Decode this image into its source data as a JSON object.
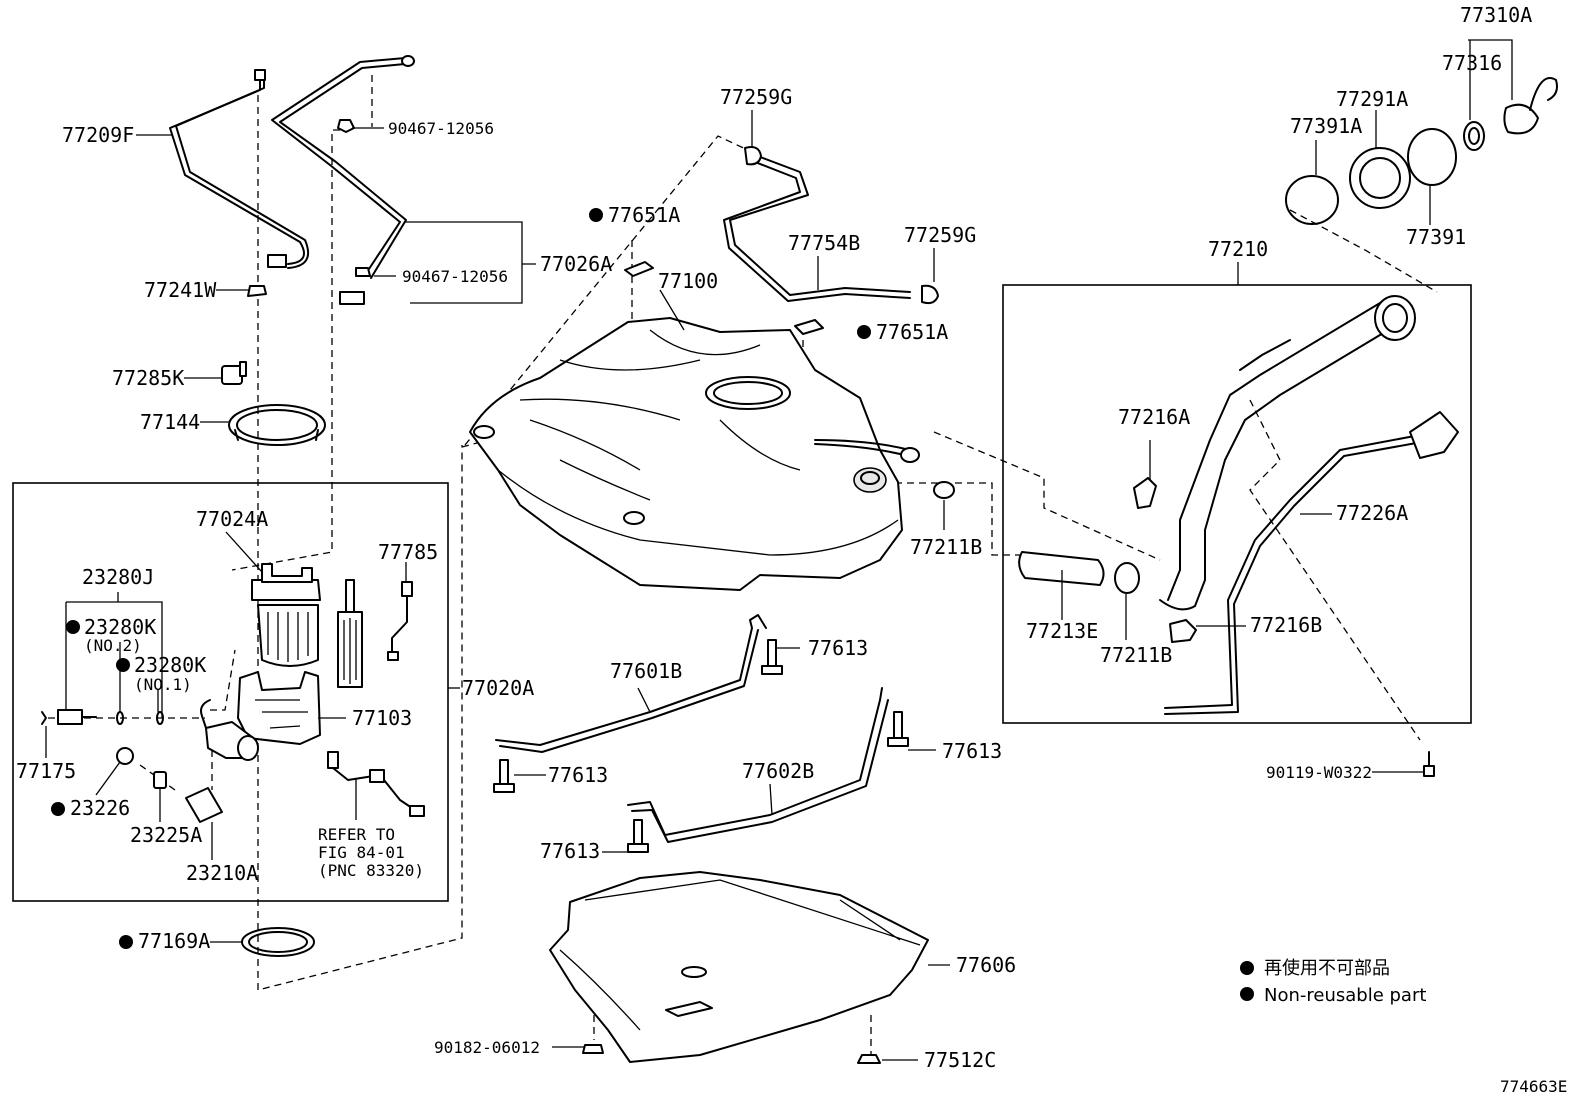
{
  "labels": {
    "p77310A": "77310A",
    "p77316": "77316",
    "p77291A": "77291A",
    "p77391A": "77391A",
    "p77391": "77391",
    "p77259G_top": "77259G",
    "p77259G_mid": "77259G",
    "p77754B": "77754B",
    "p77651A_top": "77651A",
    "p77651A_mid": "77651A",
    "p77100": "77100",
    "p77210": "77210",
    "p77209F": "77209F",
    "p90467_top": "90467-12056",
    "p90467_mid": "90467-12056",
    "p77026A": "77026A",
    "p77241W": "77241W",
    "p77285K": "77285K",
    "p77144": "77144",
    "p77024A": "77024A",
    "p77785": "77785",
    "p23280J": "23280J",
    "p23280K_no2": "23280K",
    "no2": "(NO.2)",
    "p23280K_no1": "23280K",
    "no1": "(NO.1)",
    "p77020A": "77020A",
    "p77103": "77103",
    "p77175": "77175",
    "p23226": "23226",
    "p23225A": "23225A",
    "p23210A": "23210A",
    "refer1": "REFER TO",
    "refer2": "FIG 84-01",
    "refer3": "(PNC 83320)",
    "p77169A": "77169A",
    "p77216A": "77216A",
    "p77211B_a": "77211B",
    "p77226A": "77226A",
    "p77213E": "77213E",
    "p77211B_b": "77211B",
    "p77216B": "77216B",
    "p90119": "90119-W0322",
    "p77601B": "77601B",
    "p77613_a": "77613",
    "p77613_b": "77613",
    "p77613_c": "77613",
    "p77613_d": "77613",
    "p77602B": "77602B",
    "p77606": "77606",
    "p90182": "90182-06012",
    "p77512C": "77512C",
    "diagram_id": "774663E"
  },
  "legend": {
    "line_jp": "再使用不可部品",
    "line_en": "Non-reusable part"
  }
}
